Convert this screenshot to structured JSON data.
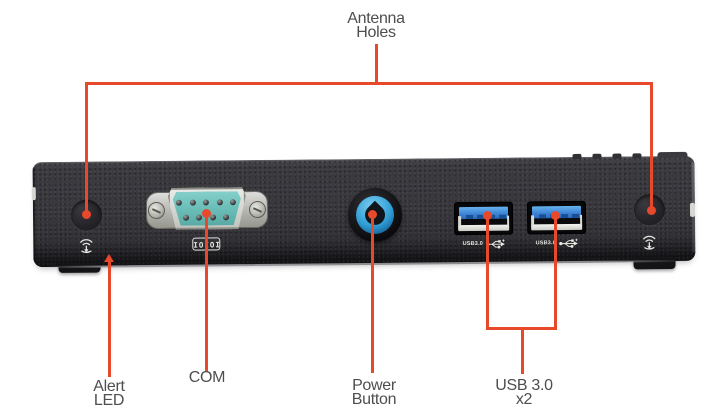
{
  "callouts": {
    "antenna_holes": {
      "line1": "Antenna",
      "line2": "Holes"
    },
    "alert_led": {
      "line1": "Alert",
      "line2": "LED"
    },
    "com": {
      "label": "COM"
    },
    "power_button": {
      "line1": "Power",
      "line2": "Button"
    },
    "usb": {
      "line1": "USB 3.0",
      "line2": "x2"
    }
  },
  "device": {
    "serial_port_icon_text": "IOIOI",
    "usb_ports": [
      {
        "print_label": "USB3.0"
      },
      {
        "print_label": "USB3.0"
      }
    ],
    "icons": {
      "left_antenna": "antenna-signal-icon",
      "right_antenna": "antenna-signal-icon",
      "com": "serial-port-icon",
      "usb": "usb-trident-icon"
    }
  },
  "colors": {
    "background": "#ffffff",
    "callout_red": "#e8492b",
    "label_text": "#4e4e50",
    "device_body": "#333338",
    "com_face_teal": "#6fc2bc",
    "usb_tongue_blue": "#3b82d4",
    "power_ring_blue": "#2f9ed6"
  }
}
